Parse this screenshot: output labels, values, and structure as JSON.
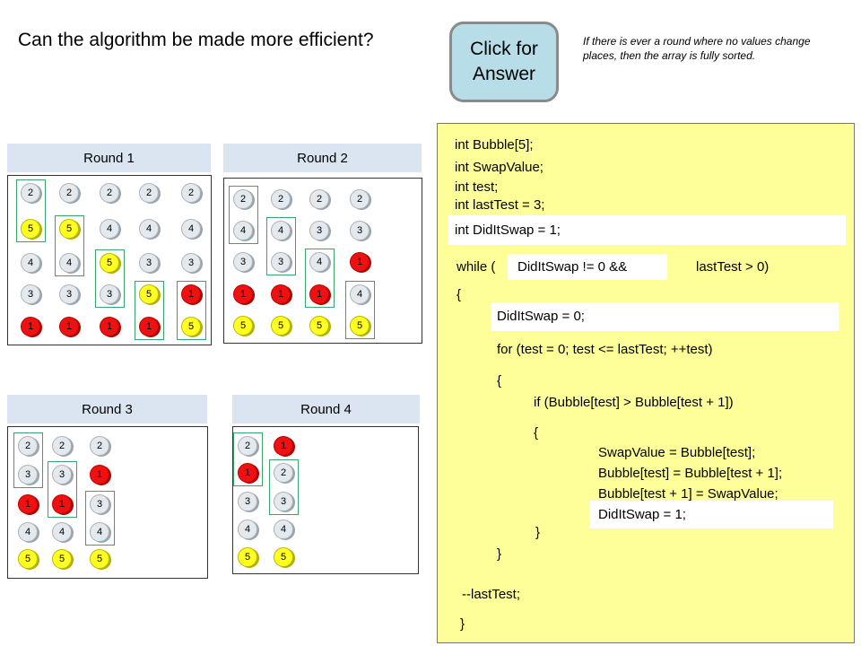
{
  "question": "Can the algorithm be made more efficient?",
  "answer_button": {
    "line1": "Click for",
    "line2": "Answer"
  },
  "hint": "If there is ever a round where no values change places, then the array is fully sorted.",
  "rounds": [
    {
      "title": "Round 1",
      "columns": [
        [
          2,
          5,
          4,
          3,
          1
        ],
        [
          2,
          5,
          4,
          3,
          1
        ],
        [
          2,
          4,
          5,
          3,
          1
        ],
        [
          2,
          4,
          3,
          5,
          1
        ],
        [
          2,
          4,
          3,
          1,
          5
        ]
      ]
    },
    {
      "title": "Round 2",
      "columns": [
        [
          2,
          4,
          3,
          1,
          5
        ],
        [
          2,
          4,
          3,
          1,
          5
        ],
        [
          2,
          3,
          4,
          1,
          5
        ],
        [
          2,
          3,
          1,
          4,
          5
        ]
      ]
    },
    {
      "title": "Round 3",
      "columns": [
        [
          2,
          3,
          1,
          4,
          5
        ],
        [
          2,
          3,
          1,
          4,
          5
        ],
        [
          2,
          1,
          3,
          4,
          5
        ]
      ]
    },
    {
      "title": "Round 4",
      "columns": [
        [
          2,
          1,
          3,
          4,
          5
        ],
        [
          1,
          2,
          3,
          4,
          5
        ]
      ]
    }
  ],
  "code": {
    "decl1": "int Bubble[5];",
    "decl2": "int SwapValue;",
    "decl3": "int test;",
    "decl4": "int lastTest = 3;",
    "decl5": "int DidItSwap = 1;",
    "while_open": "while (",
    "while_cond1": "DidItSwap != 0 &&",
    "while_cond2": "lastTest > 0)",
    "brace_open1": "{",
    "reset": "DidItSwap = 0;",
    "for_line": "for (test = 0; test <= lastTest; ++test)",
    "brace_open2": "{",
    "if_line": "if (Bubble[test] > Bubble[test + 1])",
    "brace_open3": "{",
    "swap1": "SwapValue = Bubble[test];",
    "swap2": "Bubble[test]  = Bubble[test + 1];",
    "swap3": "Bubble[test + 1] = SwapValue;",
    "set_swap": "DidItSwap = 1;",
    "brace_close3": "}",
    "brace_close2": "}",
    "decrement": "--lastTest;",
    "brace_close1": "}"
  }
}
